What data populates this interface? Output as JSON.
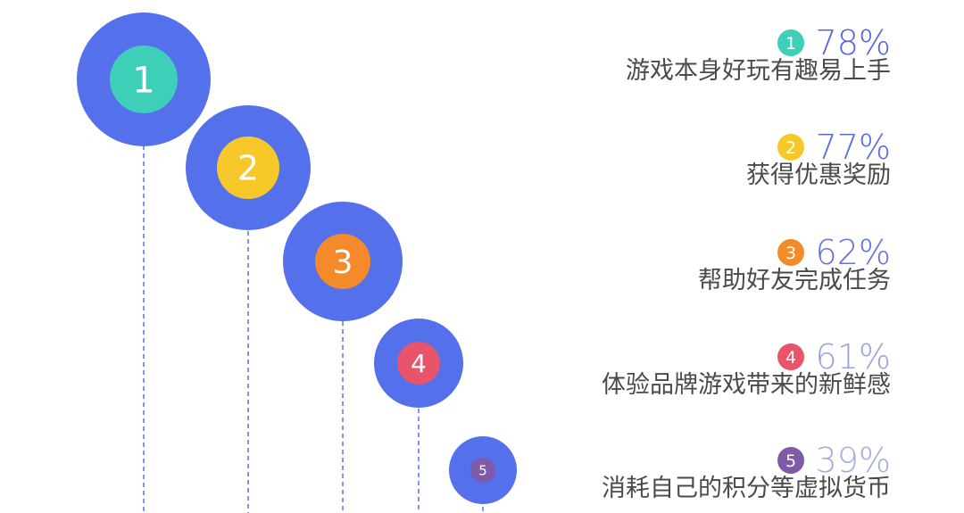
{
  "chart_data": {
    "type": "bubble-ranking",
    "title": "",
    "items": [
      {
        "rank": "1",
        "value": 78,
        "value_label": "78%",
        "label": "游戏本身好玩有趣易上手",
        "badge_color": "#3ecfb8",
        "value_color": "#5566dd"
      },
      {
        "rank": "2",
        "value": 77,
        "value_label": "77%",
        "label": "获得优惠奖励",
        "badge_color": "#f7c829",
        "value_color": "#5b6be0"
      },
      {
        "rank": "3",
        "value": 62,
        "value_label": "62%",
        "label": "帮助好友完成任务",
        "badge_color": "#f48a2a",
        "value_color": "#6272e0"
      },
      {
        "rank": "4",
        "value": 61,
        "value_label": "61%",
        "label": "体验品牌游戏带来的新鲜感",
        "badge_color": "#e8556b",
        "value_color": "#9aa1dc"
      },
      {
        "rank": "5",
        "value": 39,
        "value_label": "39%",
        "label": "消耗自己的积分等虚拟货币",
        "badge_color": "#7e5aa8",
        "value_color": "#a5abe0"
      }
    ],
    "bubble_color": "#5470ea",
    "connector_color": "#5470ea"
  }
}
